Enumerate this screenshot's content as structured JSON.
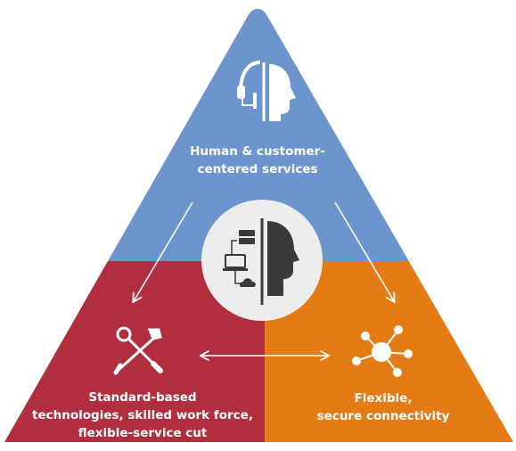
{
  "colors": {
    "top_section": "#6b95cc",
    "left_section": "#b12e3f",
    "right_section": "#e47b14",
    "center_circle": "#ededed",
    "icon_dark": "#3a3a3a",
    "text": "#ffffff"
  },
  "sections": {
    "top": {
      "icon": "support-agent-icon",
      "label_lines": [
        "Human & customer-",
        "centered services"
      ]
    },
    "left": {
      "icon": "tools-icon",
      "label_lines": [
        "Standard-based",
        "technologies, skilled work force,",
        "flexible-service cut"
      ]
    },
    "right": {
      "icon": "network-hub-icon",
      "label_lines": [
        "Flexible,",
        "secure connectivity"
      ]
    },
    "center": {
      "icon": "human-technology-icon"
    }
  }
}
